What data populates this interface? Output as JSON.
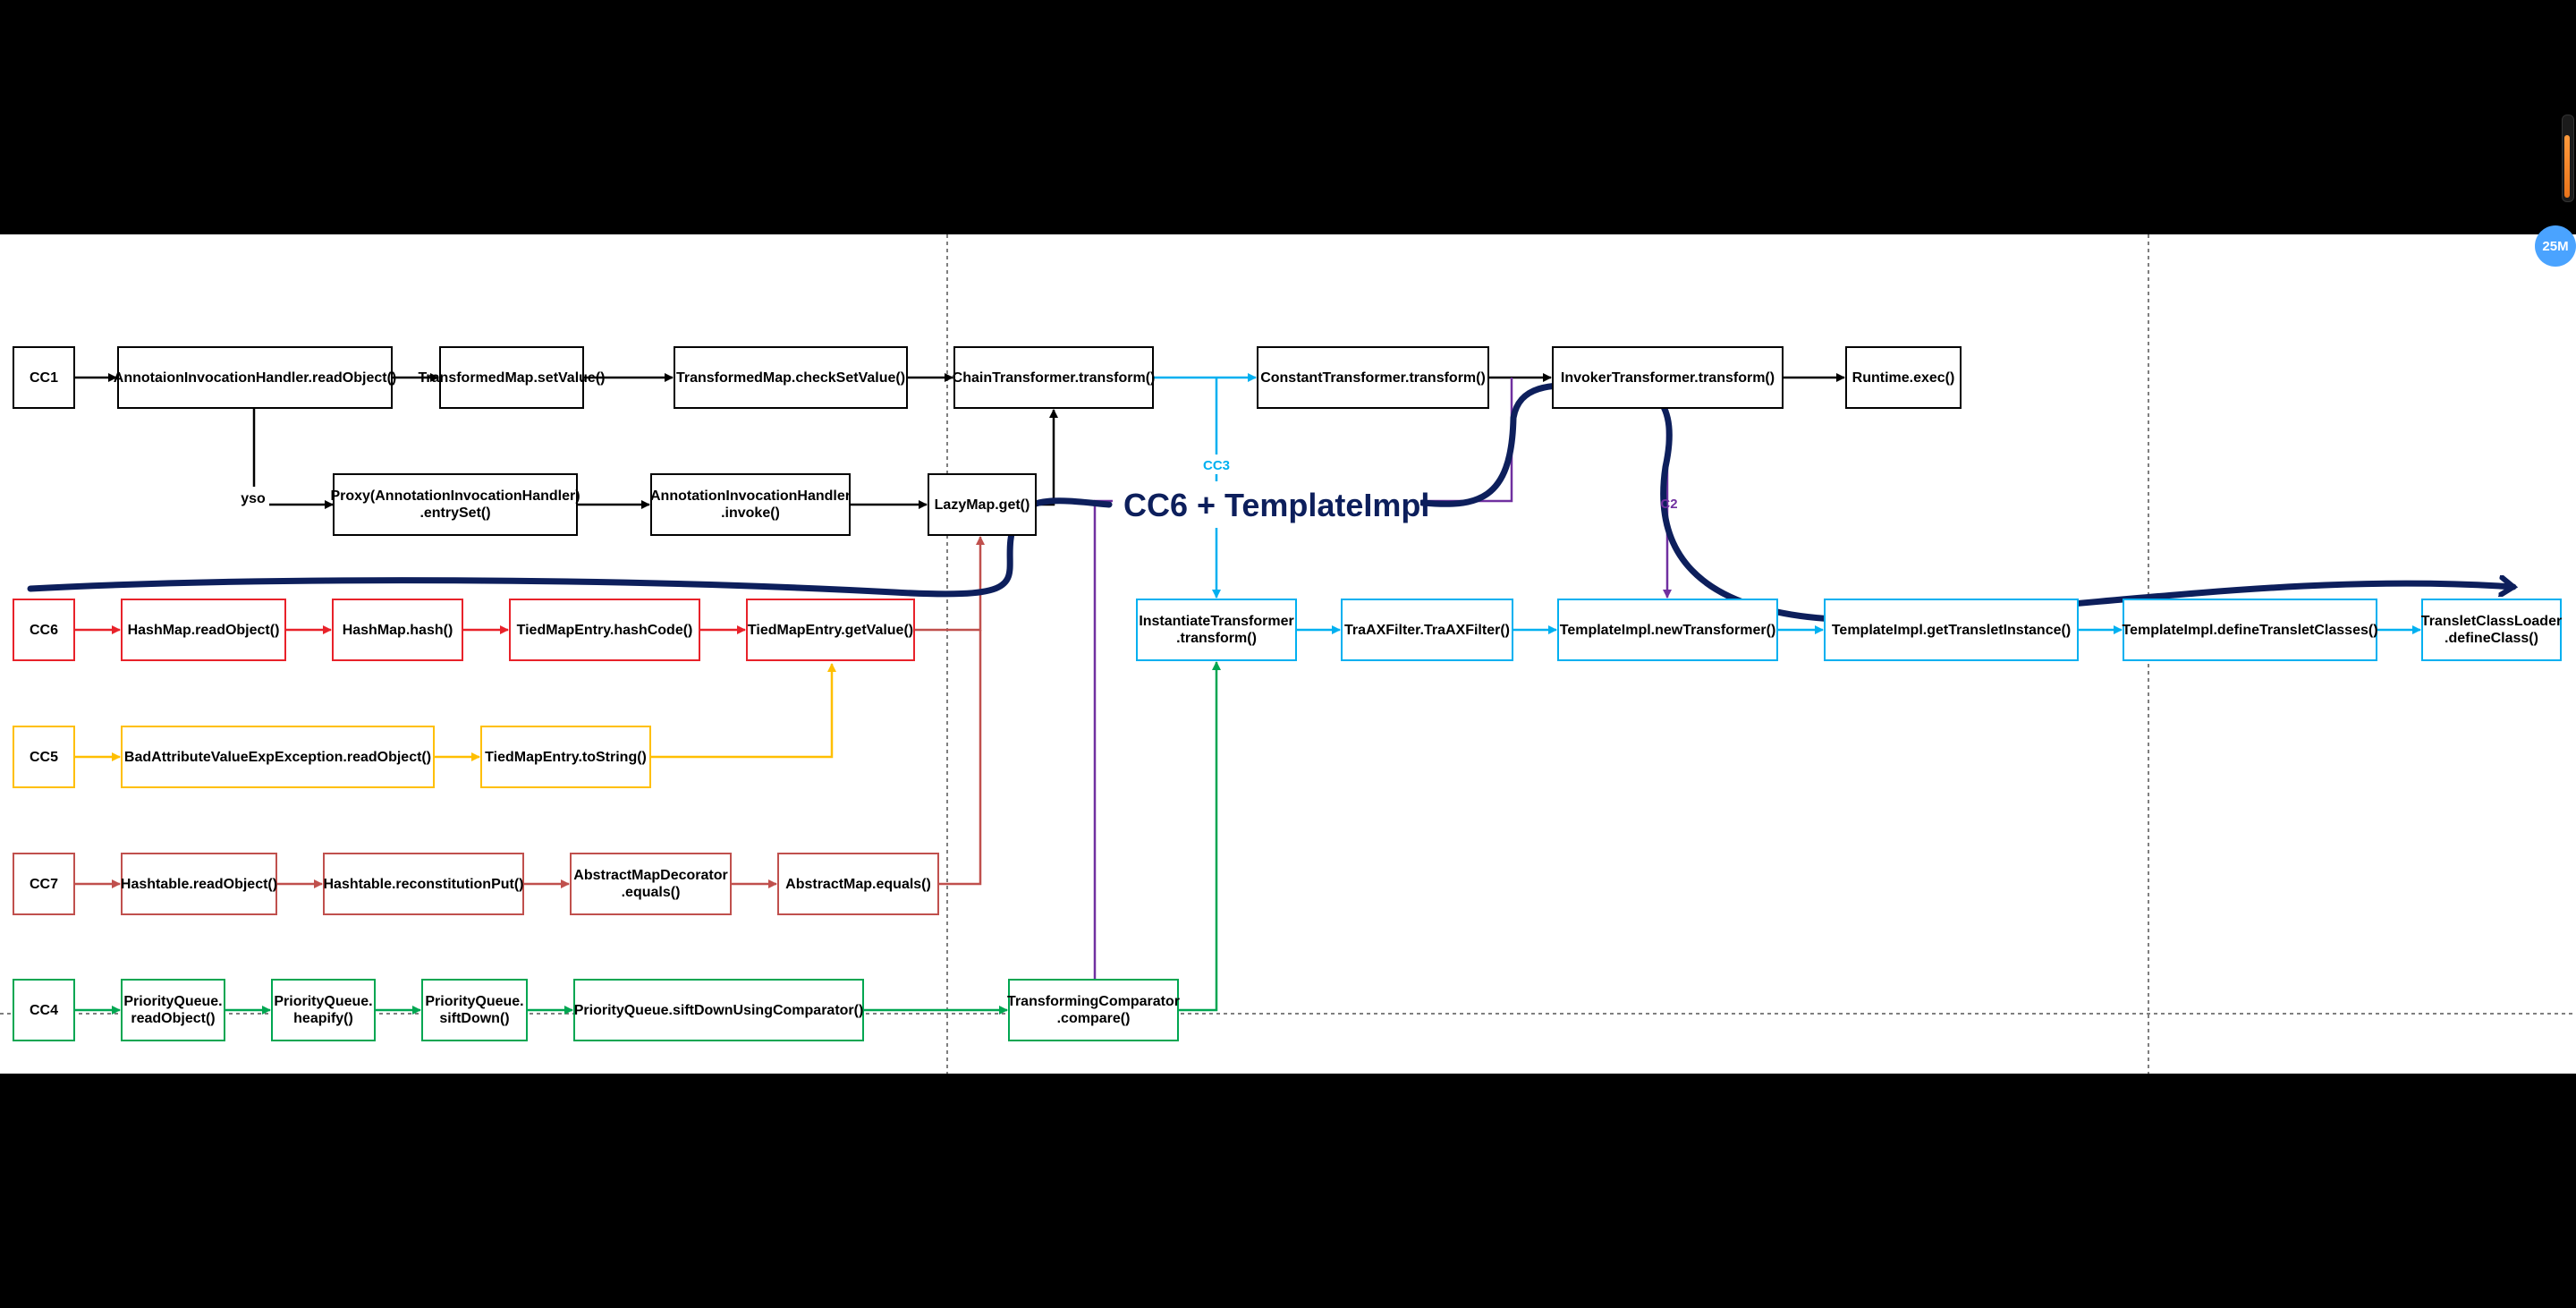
{
  "colors": {
    "cc1": "#000000",
    "cc6": "#e8222a",
    "cc5": "#ffbf00",
    "cc7": "#c0504d",
    "cc4": "#00a651",
    "cc3": "#00b0f0",
    "cc2": "#7030a0",
    "annotation": "#0d1f5c",
    "background": "#000000",
    "canvas": "#ffffff"
  },
  "annotation_label": "CC6 + TemplateImpl",
  "edge_labels": {
    "yso": "yso",
    "cc3": "CC3",
    "cc2": "C2"
  },
  "zoom_badge": "25M",
  "nodes": {
    "cc1": "CC1",
    "annotation_handler_readobject": "AnnotaionInvocationHandler.readObject()",
    "transformedmap_setvalue": "TransformedMap.setValue()",
    "transformedmap_checksetvalue": "TransformedMap.checkSetValue()",
    "chaintransformer_transform": "ChainTransformer.transform()",
    "constanttransformer_transform": "ConstantTransformer.transform()",
    "invokertransformer_transform": "InvokerTransformer.transform()",
    "runtime_exec": "Runtime.exec()",
    "proxy_entryset": "Proxy(AnnotationInvocationHandler)\n.entrySet()",
    "annotation_handler_invoke": "AnnotationInvocationHandler\n.invoke()",
    "lazymap_get": "LazyMap.get()",
    "cc6": "CC6",
    "hashmap_readobject": "HashMap.readObject()",
    "hashmap_hash": "HashMap.hash()",
    "tiedmapentry_hashcode": "TiedMapEntry.hashCode()",
    "tiedmapentry_getvalue": "TiedMapEntry.getValue()",
    "instantiatetransformer_transform": "InstantiateTransformer\n.transform()",
    "traxfilter": "TraAXFilter.TraAXFilter()",
    "templateimpl_newtransformer": "TemplateImpl.newTransformer()",
    "templateimpl_gettransletinstance": "TemplateImpl.getTransletInstance()",
    "templateimpl_definetransletclasses": "TemplateImpl.defineTransletClasses()",
    "transletclassloader_defineclass": "TransletClassLoader\n.defineClass()",
    "cc5": "CC5",
    "badattribute_readobject": "BadAttributeValueExpException.readObject()",
    "tiedmapentry_tostring": "TiedMapEntry.toString()",
    "cc7": "CC7",
    "hashtable_readobject": "Hashtable.readObject()",
    "hashtable_reconstitutionput": "Hashtable.reconstitutionPut()",
    "abstractmapdecorator_equals": "AbstractMapDecorator\n.equals()",
    "abstractmap_equals": "AbstractMap.equals()",
    "cc4": "CC4",
    "priorityqueue_readobject": "PriorityQueue.\nreadObject()",
    "priorityqueue_heapify": "PriorityQueue.\nheapify()",
    "priorityqueue_siftdown": "PriorityQueue.\nsiftDown()",
    "priorityqueue_siftdownusingcomparator": "PriorityQueue.siftDownUsingComparator()",
    "transformingcomparator_compare": "TransformingComparator\n.compare()"
  }
}
